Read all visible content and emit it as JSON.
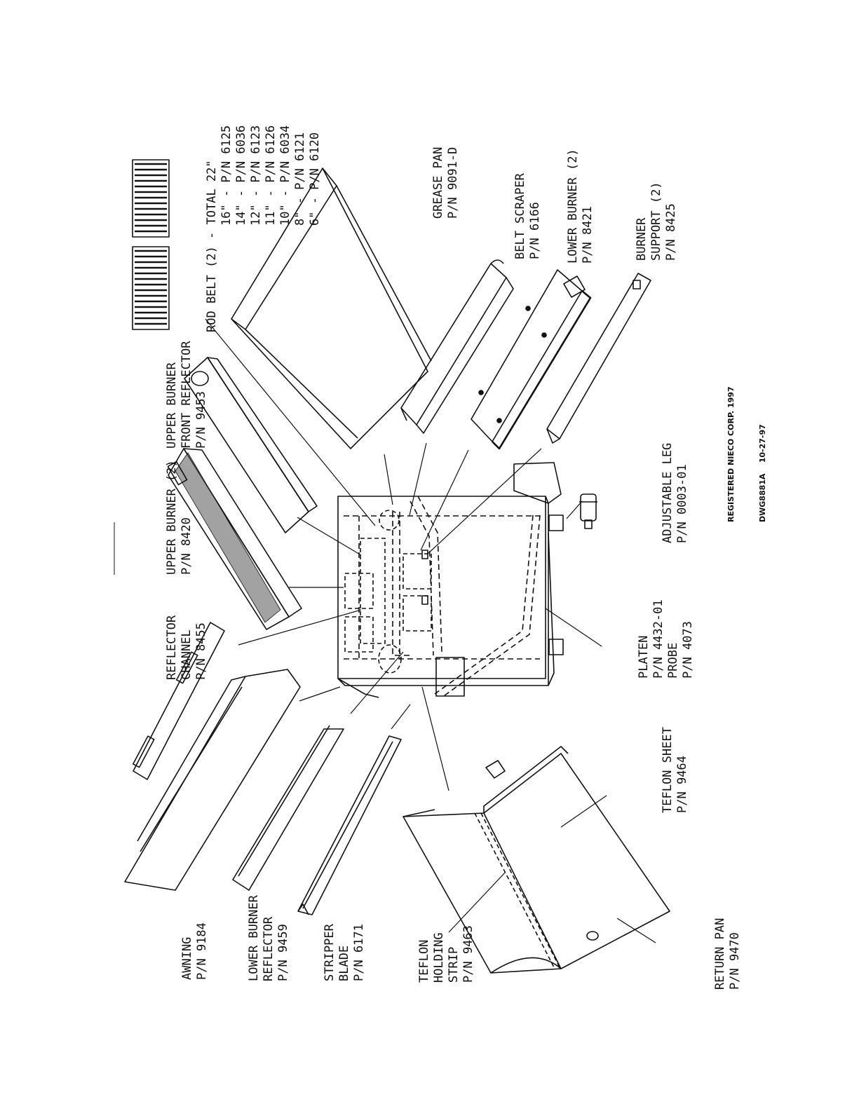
{
  "parts": {
    "awning": {
      "lines": [
        "AWNING",
        "P/N 9184"
      ]
    },
    "lower_burner_reflector": {
      "lines": [
        "LOWER BURNER",
        "REFLECTOR",
        "P/N 9459"
      ]
    },
    "stripper_blade": {
      "lines": [
        "STRIPPER",
        "BLADE",
        "P/N 6171"
      ]
    },
    "teflon_holding_strip": {
      "lines": [
        "TEFLON",
        "HOLDING",
        "STRIP",
        "P/N 9463"
      ]
    },
    "return_pan": {
      "lines": [
        "RETURN PAN",
        "P/N 9470"
      ]
    },
    "teflon_sheet": {
      "lines": [
        "TEFLON SHEET",
        "P/N 9464"
      ]
    },
    "reflector_channel": {
      "lines": [
        "REFLECTOR",
        "CHANNEL",
        "P/N 8455"
      ]
    },
    "upper_burner": {
      "lines": [
        "UPPER BURNER (2)",
        "P/N 8420"
      ]
    },
    "upper_burner_front_reflector": {
      "lines": [
        "UPPER BURNER",
        "FRONT REFLECTOR",
        "P/N 9453"
      ]
    },
    "rod_belt": {
      "lines": [
        "ROD BELT (2) - TOTAL 22\"",
        "16\" - P/N 6125",
        "14\" - P/N 6036",
        "12\" - P/N 6123",
        "11\" - P/N 6126",
        "10\" - P/N 6034",
        "8\" - P/N 6121",
        "6\" - P/N 6120"
      ]
    },
    "grease_pan": {
      "lines": [
        "GREASE PAN",
        "P/N 9091-D"
      ]
    },
    "belt_scraper": {
      "lines": [
        "BELT SCRAPER",
        "P/N 6166"
      ]
    },
    "lower_burner": {
      "lines": [
        "LOWER BURNER (2)",
        "P/N 8421"
      ]
    },
    "burner_support": {
      "lines": [
        "BURNER",
        "SUPPORT (2)",
        "P/N 8425"
      ]
    },
    "platen": {
      "lines": [
        "PLATEN",
        "P/N 4432-01",
        "PROBE",
        "P/N 4073"
      ]
    },
    "adjustable_leg": {
      "lines": [
        "ADJUSTABLE LEG",
        "P/N 0003-01"
      ]
    }
  },
  "title_block": {
    "copyright": "REGISTERED NIECO CORP. 1997",
    "drawing_number": "DWG8881A",
    "date": "10-27-97"
  }
}
